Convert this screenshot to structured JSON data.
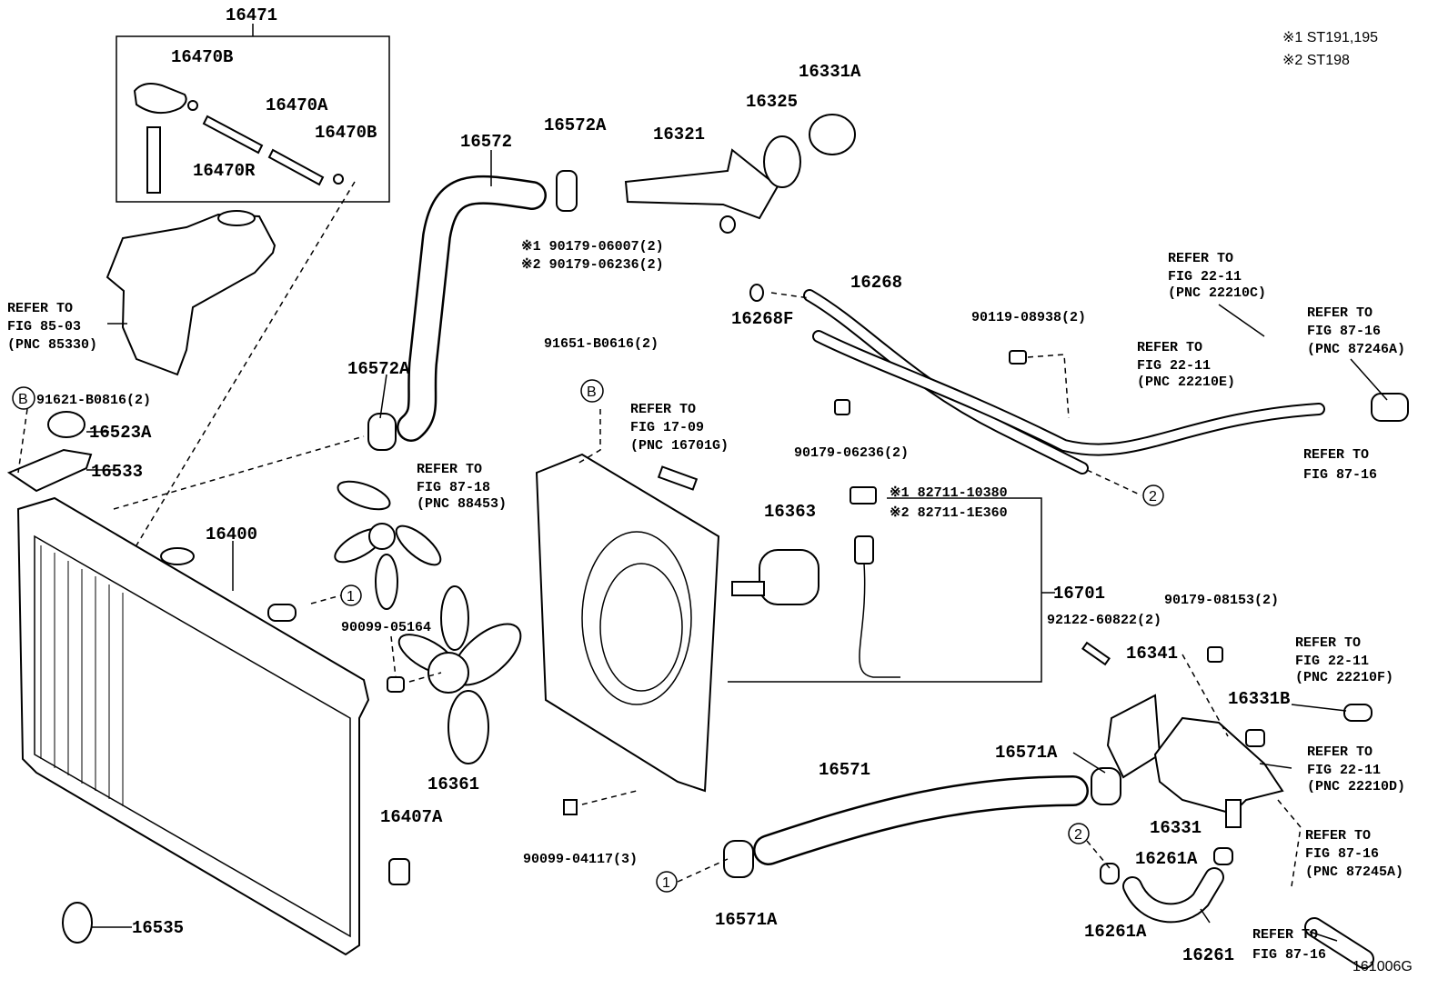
{
  "notes": [
    "※1 ST191,195",
    "※2 ST198"
  ],
  "figure_code": "161006G",
  "callout_markers": [
    "1",
    "2",
    "B"
  ],
  "parts": {
    "p16471": "16471",
    "p16470B": "16470B",
    "p16470A": "16470A",
    "p16470R": "16470R",
    "p16572": "16572",
    "p16572A": "16572A",
    "p16321": "16321",
    "p16325": "16325",
    "p16331A": "16331A",
    "p16268": "16268",
    "p16268F": "16268F",
    "p16523A": "16523A",
    "p16533": "16533",
    "p16400": "16400",
    "p16363": "16363",
    "p16701": "16701",
    "p16341": "16341",
    "p16331B": "16331B",
    "p16571A": "16571A",
    "p16571": "16571",
    "p16361": "16361",
    "p16331": "16331",
    "p16407A": "16407A",
    "p16261A": "16261A",
    "p16535": "16535",
    "p16261": "16261",
    "b1": "※1 90179-06007(2)",
    "b2": "※2 90179-06236(2)",
    "b3": "90119-08938(2)",
    "b4": "91651-B0616(2)",
    "b5": "91621-B0816(2)",
    "b6": "90179-06236(2)",
    "b7": "※1 82711-10380",
    "b8": "※2 82711-1E360",
    "b9": "90179-08153(2)",
    "b10": "92122-60822(2)",
    "b11": "90099-05164",
    "b12": "90099-04117(3)"
  },
  "refers": {
    "refer_to": "REFER TO",
    "r85": [
      "FIG 85-03",
      "(PNC 85330)"
    ],
    "r22c": [
      "FIG 22-11",
      "(PNC 22210C)"
    ],
    "r87a": [
      "FIG 87-16",
      "(PNC 87246A)"
    ],
    "r22e": [
      "FIG 22-11",
      "(PNC 22210E)"
    ],
    "r17": [
      "FIG 17-09",
      "(PNC 16701G)"
    ],
    "r88": [
      "FIG 87-18",
      "(PNC 88453)"
    ],
    "r87b": [
      "FIG 87-16"
    ],
    "r22f": [
      "FIG 22-11",
      "(PNC 22210F)"
    ],
    "r22d": [
      "FIG 22-11",
      "(PNC 22210D)"
    ],
    "r87c": [
      "FIG 87-16",
      "(PNC 87245A)"
    ],
    "r87d": [
      "FIG 87-16"
    ]
  }
}
